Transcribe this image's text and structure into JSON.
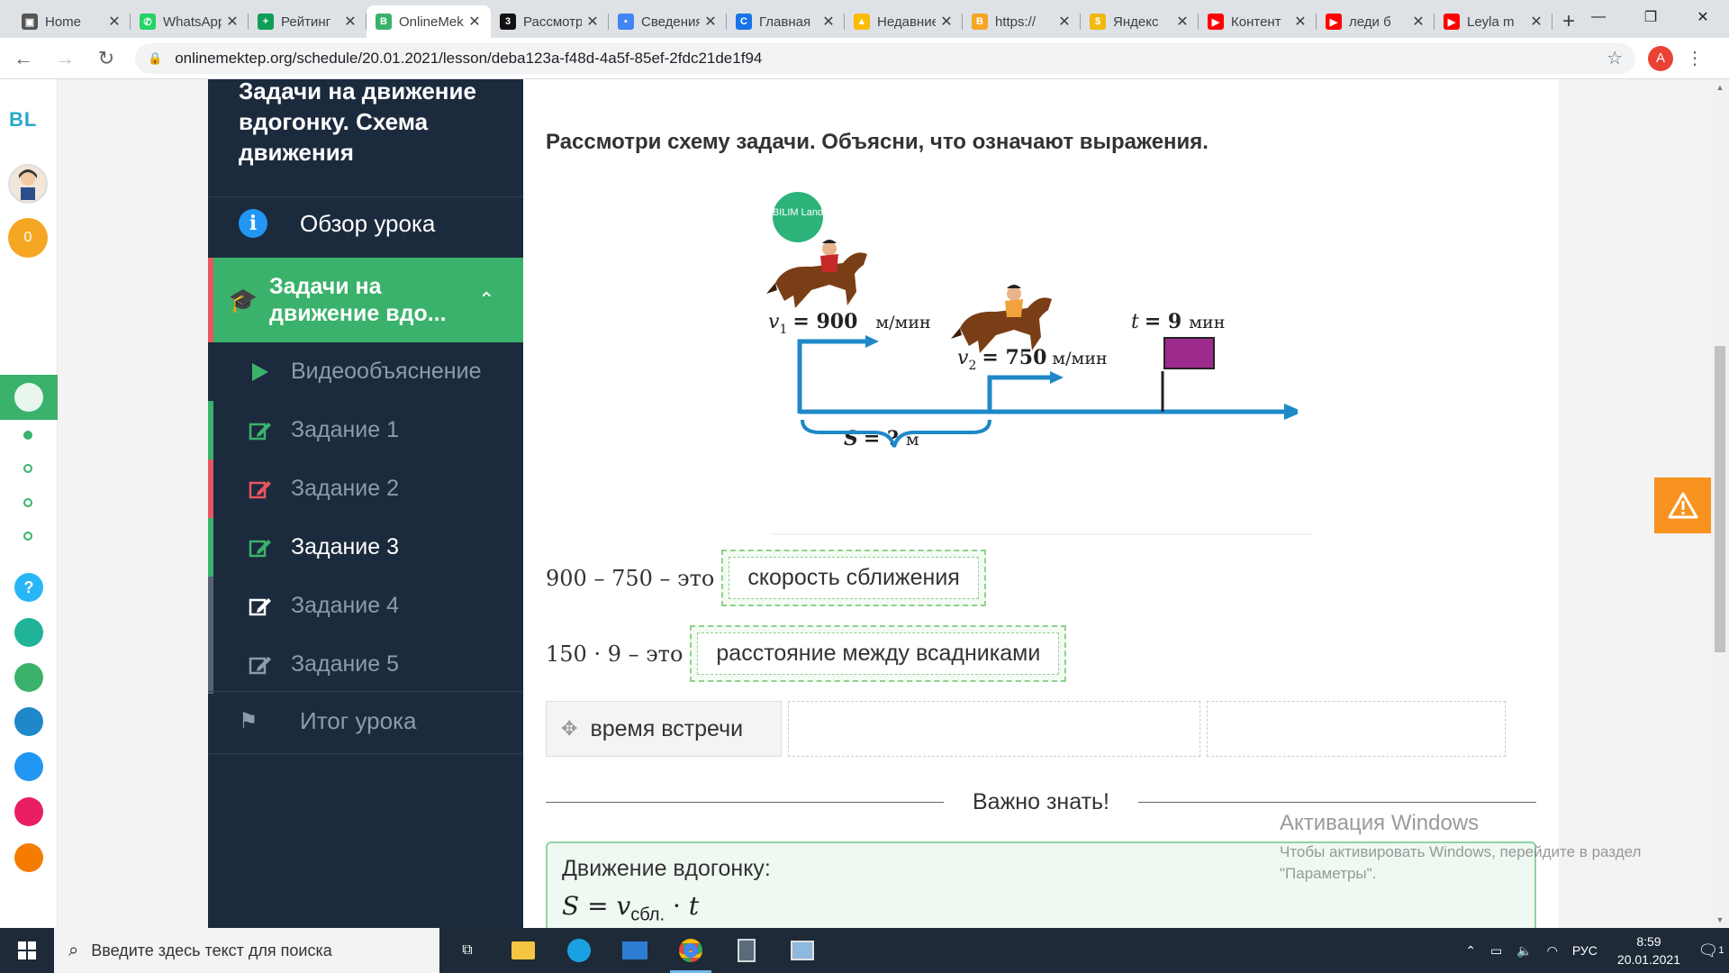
{
  "browser": {
    "tabs": [
      {
        "title": "Home",
        "fav_color": "#555555",
        "fav_glyph": "▣",
        "active": false
      },
      {
        "title": "WhatsApp",
        "fav_color": "#25d366",
        "fav_glyph": "✆",
        "active": false
      },
      {
        "title": "Рейтинг",
        "fav_color": "#0f9d58",
        "fav_glyph": "+",
        "active": false
      },
      {
        "title": "OnlineMektep",
        "fav_color": "#3ab26b",
        "fav_glyph": "B",
        "active": true
      },
      {
        "title": "Рассмотри",
        "fav_color": "#111111",
        "fav_glyph": "3",
        "active": false
      },
      {
        "title": "Сведения",
        "fav_color": "#4285f4",
        "fav_glyph": "▪",
        "active": false
      },
      {
        "title": "Главная",
        "fav_color": "#1a73e8",
        "fav_glyph": "C",
        "active": false
      },
      {
        "title": "Недавние",
        "fav_color": "#fbbc04",
        "fav_glyph": "▲",
        "active": false
      },
      {
        "title": "https://",
        "fav_color": "#f5a623",
        "fav_glyph": "B",
        "active": false
      },
      {
        "title": "Яндекс",
        "fav_color": "#f0b90b",
        "fav_glyph": "$",
        "active": false
      },
      {
        "title": "Контент",
        "fav_color": "#ff0000",
        "fav_glyph": "▶",
        "active": false
      },
      {
        "title": "леди б",
        "fav_color": "#ff0000",
        "fav_glyph": "▶",
        "active": false
      },
      {
        "title": "Leyla m",
        "fav_color": "#ff0000",
        "fav_glyph": "▶",
        "active": false
      }
    ],
    "url": "onlinemektep.org/schedule/20.01.2021/lesson/deba123a-f48d-4a5f-85ef-2fdc21de1f94",
    "profile_letter": "A"
  },
  "rail": {
    "logo": "BL",
    "coins": "0",
    "help": "?"
  },
  "lesson": {
    "title": "Задачи на движение вдогонку. Схема движения",
    "overview": "Обзор урока",
    "section_title": "Задачи на движение вдо...",
    "items": [
      {
        "label": "Видеообъяснение",
        "icon": "play-icon",
        "state": "none"
      },
      {
        "label": "Задание 1",
        "icon": "edit-icon",
        "state": "green"
      },
      {
        "label": "Задание 2",
        "icon": "edit-icon",
        "state": "red"
      },
      {
        "label": "Задание 3",
        "icon": "edit-icon",
        "state": "green"
      },
      {
        "label": "Задание 4",
        "icon": "edit-icon",
        "state": "gray"
      },
      {
        "label": "Задание 5",
        "icon": "edit-icon",
        "state": "gray"
      }
    ],
    "final": "Итог урока"
  },
  "task": {
    "instruction": "Рассмотри схему задачи. Объясни, что означают выражения.",
    "figure": {
      "badge": "BILIM Land",
      "v1_label": "v",
      "v1_sub": "1",
      "v1_value": "= 900",
      "v1_unit": "м/мин",
      "v2_label": "v",
      "v2_sub": "2",
      "v2_value": "= 750",
      "v2_unit": "м/мин",
      "t_label": "t",
      "t_value": "= 9",
      "t_unit": "мин",
      "s_label": "S",
      "s_value": "= ?",
      "s_unit": "м"
    },
    "expressions": [
      {
        "expr": "900 – 750 – это",
        "answer": "скорость сближения"
      },
      {
        "expr": "150 · 9 – это",
        "answer": "расстояние между всадниками"
      }
    ],
    "bank": [
      "время встречи"
    ]
  },
  "important": {
    "heading": "Важно знать!",
    "box_title": "Движение вдогонку:",
    "formula_lhs": "S",
    "formula_eq": "=",
    "formula_v": "v",
    "formula_sub": "сбл.",
    "formula_dot": "·",
    "formula_t": "t"
  },
  "watermark": {
    "title": "Активация Windows",
    "body": "Чтобы активировать Windows, перейдите в раздел \"Параметры\"."
  },
  "taskbar": {
    "search_placeholder": "Введите здесь текст для поиска",
    "lang": "РУС",
    "time": "8:59",
    "date": "20.01.2021",
    "notifications": "1"
  },
  "colors": {
    "sidebar_bg": "#1c2a3d",
    "accent_green": "#3ab26b",
    "diagram_blue": "#1e88c8",
    "flag_purple": "#9c2b8d",
    "warning_orange": "#f7931e"
  }
}
